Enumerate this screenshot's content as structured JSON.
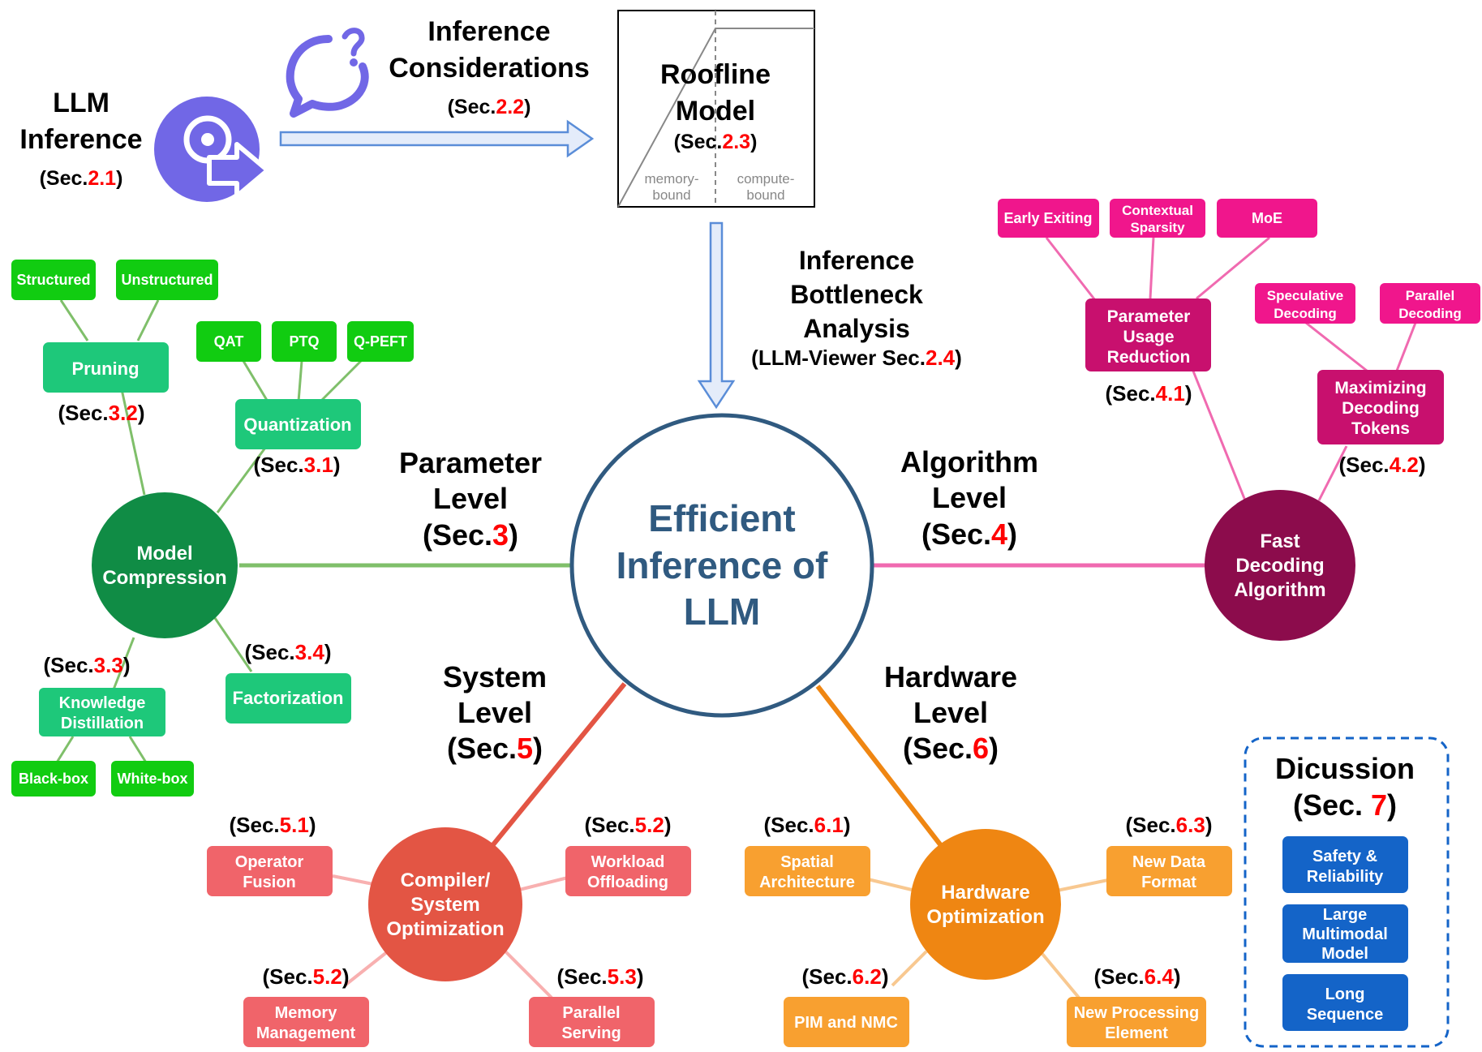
{
  "colors": {
    "green_leaf": "#11cc11",
    "green_mid": "#1ec87a",
    "green_hub": "#108c45",
    "green_line": "#7fbf6a",
    "magenta_leaf": "#f0168c",
    "magenta_mid": "#c8106e",
    "magenta_hub": "#8c0c4c",
    "magenta_line": "#f06ab0",
    "red_leaf": "#f0646a",
    "red_hub": "#e35544",
    "red_line": "#e35544",
    "orange_leaf": "#f8a030",
    "orange_hub": "#ef8612",
    "orange_line": "#f0b070",
    "blue_box": "#1464c8",
    "center_ring": "#305a80",
    "center_text": "#305a80",
    "icon_purple": "#7167e6",
    "arrow_blue": "#5a8dd8",
    "red_text": "#ff0000"
  },
  "top": {
    "llm_inference": {
      "line1": "LLM",
      "line2": "Inference",
      "sec_prefix": "(Sec.",
      "sec_num": "2.1",
      "sec_suffix": ")"
    },
    "considerations": {
      "line1": "Inference",
      "line2": "Considerations",
      "sec_prefix": "(Sec.",
      "sec_num": "2.2",
      "sec_suffix": ")"
    },
    "roofline": {
      "line1": "Roofline",
      "line2": "Model",
      "sec_prefix": "(Sec.",
      "sec_num": "2.3",
      "sec_suffix": ")",
      "memory_1": "memory-",
      "memory_2": "bound",
      "compute_1": "compute-",
      "compute_2": "bound"
    },
    "bottleneck": {
      "line1": "Inference",
      "line2": "Bottleneck",
      "line3": "Analysis",
      "sec_prefix": "(LLM-Viewer Sec.",
      "sec_num": "2.4",
      "sec_suffix": ")"
    }
  },
  "center": {
    "line1": "Efficient",
    "line2": "Inference of",
    "line3": "LLM"
  },
  "levels": {
    "parameter": {
      "line1": "Parameter",
      "line2": "Level",
      "sec_prefix": "(Sec.",
      "sec_num": "3",
      "sec_suffix": ")"
    },
    "algorithm": {
      "line1": "Algorithm",
      "line2": "Level",
      "sec_prefix": "(Sec.",
      "sec_num": "4",
      "sec_suffix": ")"
    },
    "system": {
      "line1": "System",
      "line2": "Level",
      "sec_prefix": "(Sec.",
      "sec_num": "5",
      "sec_suffix": ")"
    },
    "hardware": {
      "line1": "Hardware",
      "line2": "Level",
      "sec_prefix": "(Sec.",
      "sec_num": "6",
      "sec_suffix": ")"
    }
  },
  "compression": {
    "hub": {
      "line1": "Model",
      "line2": "Compression"
    },
    "pruning": {
      "label": "Pruning",
      "sec_prefix": "(Sec.",
      "sec_num": "3.2",
      "sec_suffix": ")",
      "structured": "Structured",
      "unstructured": "Unstructured"
    },
    "quantization": {
      "label": "Quantization",
      "sec_prefix": "(Sec.",
      "sec_num": "3.1",
      "sec_suffix": ")",
      "qat": "QAT",
      "ptq": "PTQ",
      "qpeft": "Q-PEFT"
    },
    "distillation": {
      "line1": "Knowledge",
      "line2": "Distillation",
      "sec_prefix": "(Sec.",
      "sec_num": "3.3",
      "sec_suffix": ")",
      "blackbox": "Black-box",
      "whitebox": "White-box"
    },
    "factorization": {
      "label": "Factorization",
      "sec_prefix": "(Sec.",
      "sec_num": "3.4",
      "sec_suffix": ")"
    }
  },
  "decoding": {
    "hub": {
      "line1": "Fast",
      "line2": "Decoding",
      "line3": "Algorithm"
    },
    "param_usage": {
      "line1": "Parameter",
      "line2": "Usage",
      "line3": "Reduction",
      "sec_prefix": "(Sec.",
      "sec_num": "4.1",
      "sec_suffix": ")"
    },
    "early_exiting": "Early Exiting",
    "contextual_1": "Contextual",
    "contextual_2": "Sparsity",
    "moe": "MoE",
    "max_tokens": {
      "line1": "Maximizing",
      "line2": "Decoding",
      "line3": "Tokens",
      "sec_prefix": "(Sec.",
      "sec_num": "4.2",
      "sec_suffix": ")"
    },
    "speculative_1": "Speculative",
    "speculative_2": "Decoding",
    "parallel_1": "Parallel",
    "parallel_2": "Decoding"
  },
  "system_opt": {
    "hub": {
      "line1": "Compiler/",
      "line2": "System",
      "line3": "Optimization"
    },
    "operator_fusion": {
      "line1": "Operator",
      "line2": "Fusion",
      "sec_prefix": "(Sec.",
      "sec_num": "5.1",
      "sec_suffix": ")"
    },
    "workload": {
      "line1": "Workload",
      "line2": "Offloading",
      "sec_prefix": "(Sec.",
      "sec_num": "5.2",
      "sec_suffix": ")"
    },
    "memory": {
      "line1": "Memory",
      "line2": "Management",
      "sec_prefix": "(Sec.",
      "sec_num": "5.2",
      "sec_suffix": ")"
    },
    "parallel": {
      "line1": "Parallel",
      "line2": "Serving",
      "sec_prefix": "(Sec.",
      "sec_num": "5.3",
      "sec_suffix": ")"
    }
  },
  "hardware_opt": {
    "hub": {
      "line1": "Hardware",
      "line2": "Optimization"
    },
    "spatial": {
      "line1": "Spatial",
      "line2": "Architecture",
      "sec_prefix": "(Sec.",
      "sec_num": "6.1",
      "sec_suffix": ")"
    },
    "data_format": {
      "line1": "New Data",
      "line2": "Format",
      "sec_prefix": "(Sec.",
      "sec_num": "6.3",
      "sec_suffix": ")"
    },
    "pim": {
      "label": "PIM and NMC",
      "sec_prefix": "(Sec.",
      "sec_num": "6.2",
      "sec_suffix": ")"
    },
    "processing": {
      "line1": "New Processing",
      "line2": "Element",
      "sec_prefix": "(Sec.",
      "sec_num": "6.4",
      "sec_suffix": ")"
    }
  },
  "discussion": {
    "title": "Dicussion",
    "sec_prefix": "(Sec. ",
    "sec_num": "7",
    "sec_suffix": ")",
    "safety_1": "Safety &",
    "safety_2": "Reliability",
    "multimodal_1": "Large",
    "multimodal_2": "Multimodal",
    "multimodal_3": "Model",
    "long_1": "Long",
    "long_2": "Sequence"
  }
}
